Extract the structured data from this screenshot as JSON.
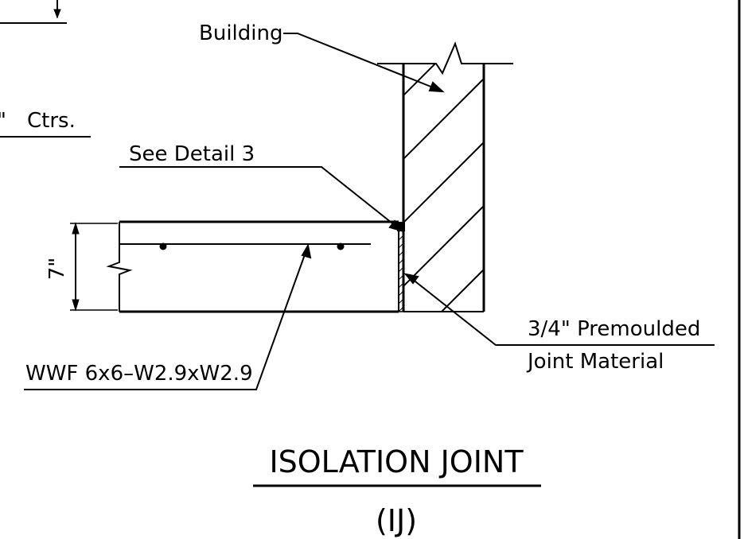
{
  "labels": {
    "building": "Building",
    "ctrs": "Ctrs.",
    "ctrs_prefix": "\"",
    "see_detail": "See Detail 3",
    "premoulded_line1": "3/4\" Premoulded",
    "premoulded_line2": "Joint Material",
    "wwf": "WWF 6x6–W2.9xW2.9",
    "slab_thickness": "7\""
  },
  "title": {
    "main": "ISOLATION JOINT",
    "sub": "(IJ)"
  },
  "colors": {
    "line": "#000000",
    "background": "#ffffff"
  }
}
